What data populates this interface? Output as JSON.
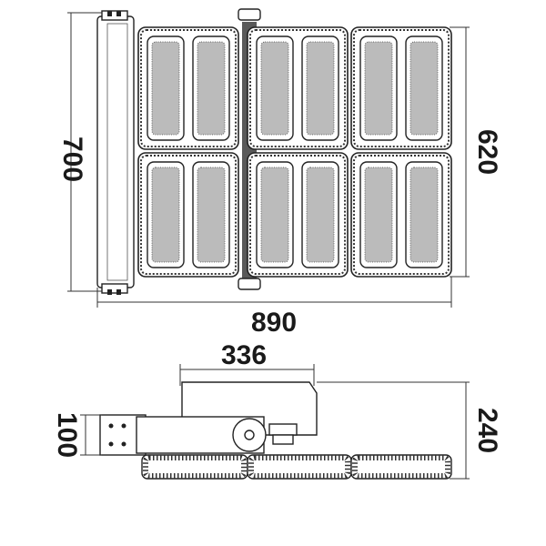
{
  "dimensions": {
    "overall_height": "700",
    "housing_height": "620",
    "overall_width": "890",
    "bracket_width": "336",
    "side_depth": "100",
    "side_height": "240"
  },
  "colors": {
    "stroke": "#222222",
    "background": "#ffffff"
  }
}
